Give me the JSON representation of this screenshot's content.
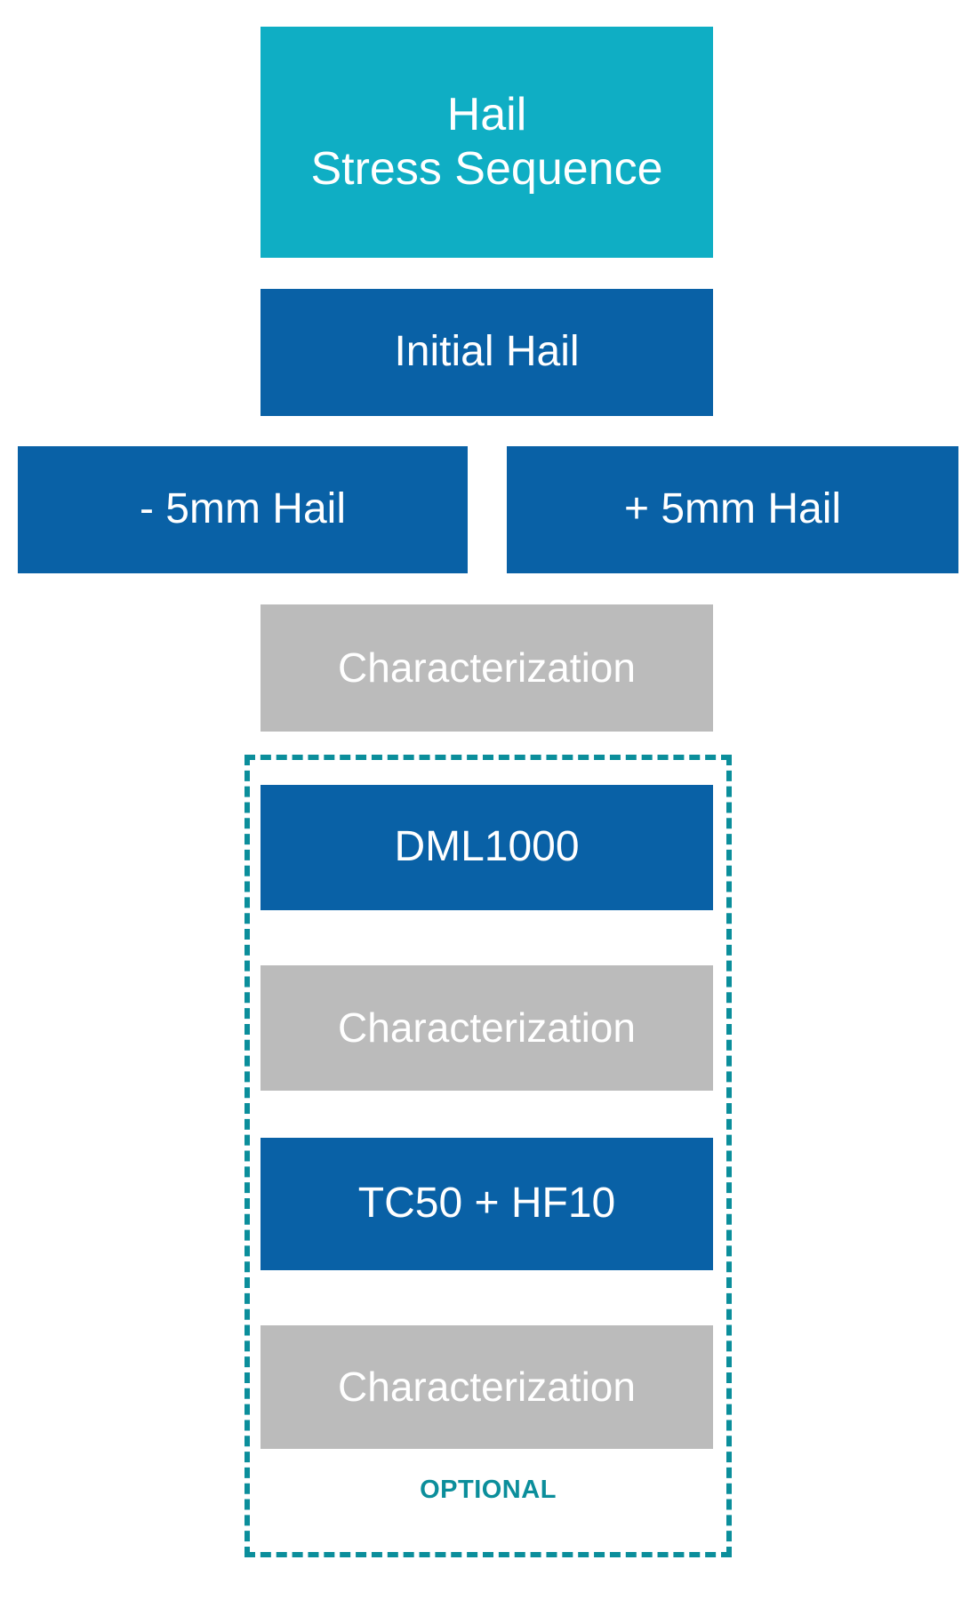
{
  "diagram": {
    "title": "Hail Stress Sequence",
    "colors": {
      "header_cyan": "#0FAEC4",
      "stage_blue": "#0961A6",
      "characterization_gray": "#BBBBBB",
      "optional_teal": "#0B8E9B",
      "text_on_fill": "#FFFFFF",
      "background": "#FFFFFF"
    },
    "header": {
      "line1": "Hail",
      "line2": "Stress Sequence"
    },
    "nodes": {
      "initial_hail": "Initial Hail",
      "minus_hail": "- 5mm Hail",
      "plus_hail": "+ 5mm Hail",
      "characterization_1": "Characterization",
      "dml1000": "DML1000",
      "characterization_2": "Characterization",
      "tc50_hf10": "TC50 + HF10",
      "characterization_3": "Characterization"
    },
    "optional_group": {
      "label": "OPTIONAL",
      "members": [
        "DML1000",
        "Characterization",
        "TC50 + HF10",
        "Characterization"
      ]
    }
  }
}
